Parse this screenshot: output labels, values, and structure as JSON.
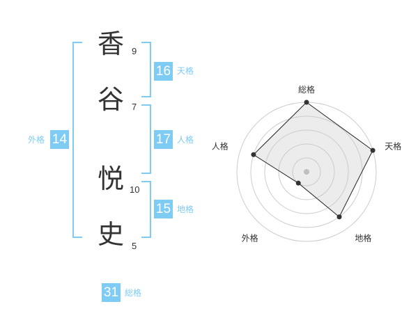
{
  "name": {
    "chars": [
      {
        "char": "香",
        "strokes": "9"
      },
      {
        "char": "谷",
        "strokes": "7"
      },
      {
        "char": "悦",
        "strokes": "10"
      },
      {
        "char": "史",
        "strokes": "5"
      }
    ]
  },
  "kakusu": {
    "tenkaku": {
      "value": "16",
      "label": "天格"
    },
    "jinkaku": {
      "value": "17",
      "label": "人格"
    },
    "chikaku": {
      "value": "15",
      "label": "地格"
    },
    "gaikaku": {
      "value": "14",
      "label": "外格"
    },
    "soukaku": {
      "value": "31",
      "label": "総格"
    }
  },
  "colors": {
    "accent": "#7ecbf4",
    "text": "#333333",
    "grid": "#cccccc"
  },
  "chart_data": {
    "type": "radar",
    "axes": [
      "総格",
      "天格",
      "地格",
      "外格",
      "人格"
    ],
    "values": [
      5,
      5,
      4,
      1,
      4
    ],
    "rmax": 5,
    "rings": 4
  }
}
